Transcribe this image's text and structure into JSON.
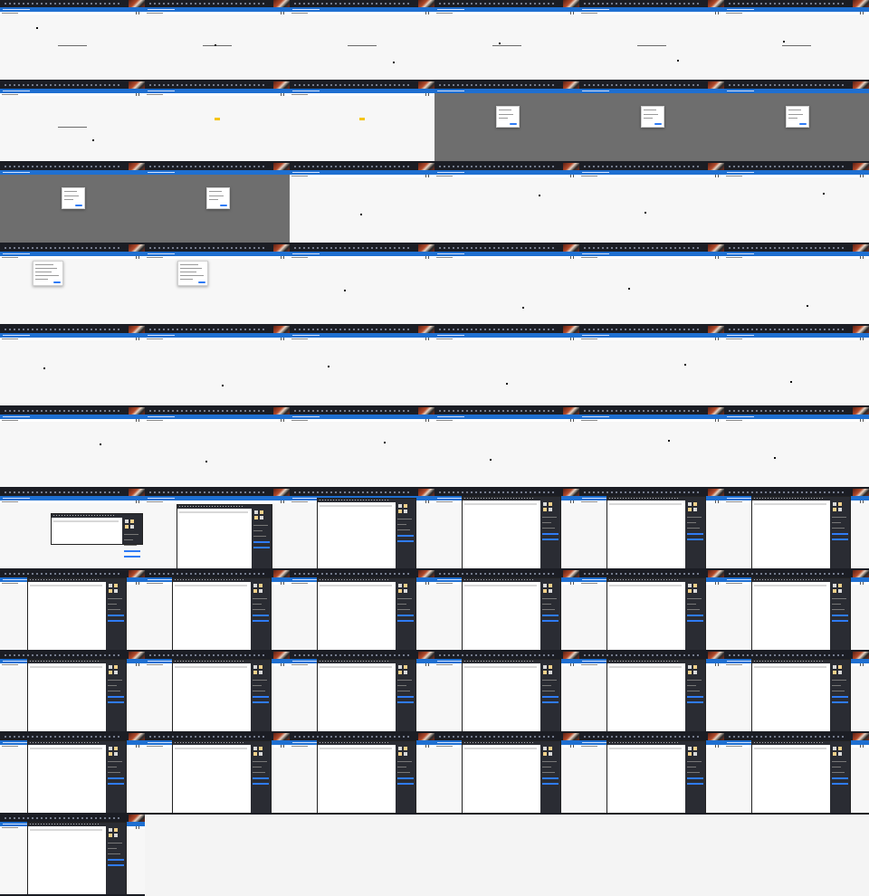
{
  "grid": {
    "columns": 6,
    "rows": 11
  },
  "colors": {
    "taskbar": "#1b1d24",
    "accent_blue": "#1e6fd1",
    "dialog_overlay": "#6e6e6e",
    "highlight": "#f5c518",
    "app_dark": "#2a2c33"
  },
  "tiles": [
    {
      "state": "blank"
    },
    {
      "state": "blank"
    },
    {
      "state": "blank"
    },
    {
      "state": "blank"
    },
    {
      "state": "blank"
    },
    {
      "state": "blank"
    },
    {
      "state": "blank"
    },
    {
      "state": "highlight"
    },
    {
      "state": "highlight"
    },
    {
      "state": "dialog"
    },
    {
      "state": "dialog"
    },
    {
      "state": "dialog"
    },
    {
      "state": "dialog"
    },
    {
      "state": "dialog"
    },
    {
      "state": "blank"
    },
    {
      "state": "blank"
    },
    {
      "state": "blank"
    },
    {
      "state": "blank"
    },
    {
      "state": "popup"
    },
    {
      "state": "popup"
    },
    {
      "state": "blank"
    },
    {
      "state": "blank"
    },
    {
      "state": "blank"
    },
    {
      "state": "blank"
    },
    {
      "state": "blank"
    },
    {
      "state": "blank"
    },
    {
      "state": "blank"
    },
    {
      "state": "blank"
    },
    {
      "state": "blank"
    },
    {
      "state": "blank"
    },
    {
      "state": "blank"
    },
    {
      "state": "blank"
    },
    {
      "state": "blank"
    },
    {
      "state": "blank"
    },
    {
      "state": "blank"
    },
    {
      "state": "blank"
    },
    {
      "state": "app-small"
    },
    {
      "state": "app-mid"
    },
    {
      "state": "app-large"
    },
    {
      "state": "app-full"
    },
    {
      "state": "app-full"
    },
    {
      "state": "app-full"
    },
    {
      "state": "app-full"
    },
    {
      "state": "app-full"
    },
    {
      "state": "app-full"
    },
    {
      "state": "app-full"
    },
    {
      "state": "app-full"
    },
    {
      "state": "app-full"
    },
    {
      "state": "app-full"
    },
    {
      "state": "app-full"
    },
    {
      "state": "app-full"
    },
    {
      "state": "app-full"
    },
    {
      "state": "app-full"
    },
    {
      "state": "app-full"
    },
    {
      "state": "app-full"
    },
    {
      "state": "app-full"
    },
    {
      "state": "app-full"
    },
    {
      "state": "app-full"
    },
    {
      "state": "app-full"
    },
    {
      "state": "app-full"
    },
    {
      "state": "app-full"
    }
  ]
}
